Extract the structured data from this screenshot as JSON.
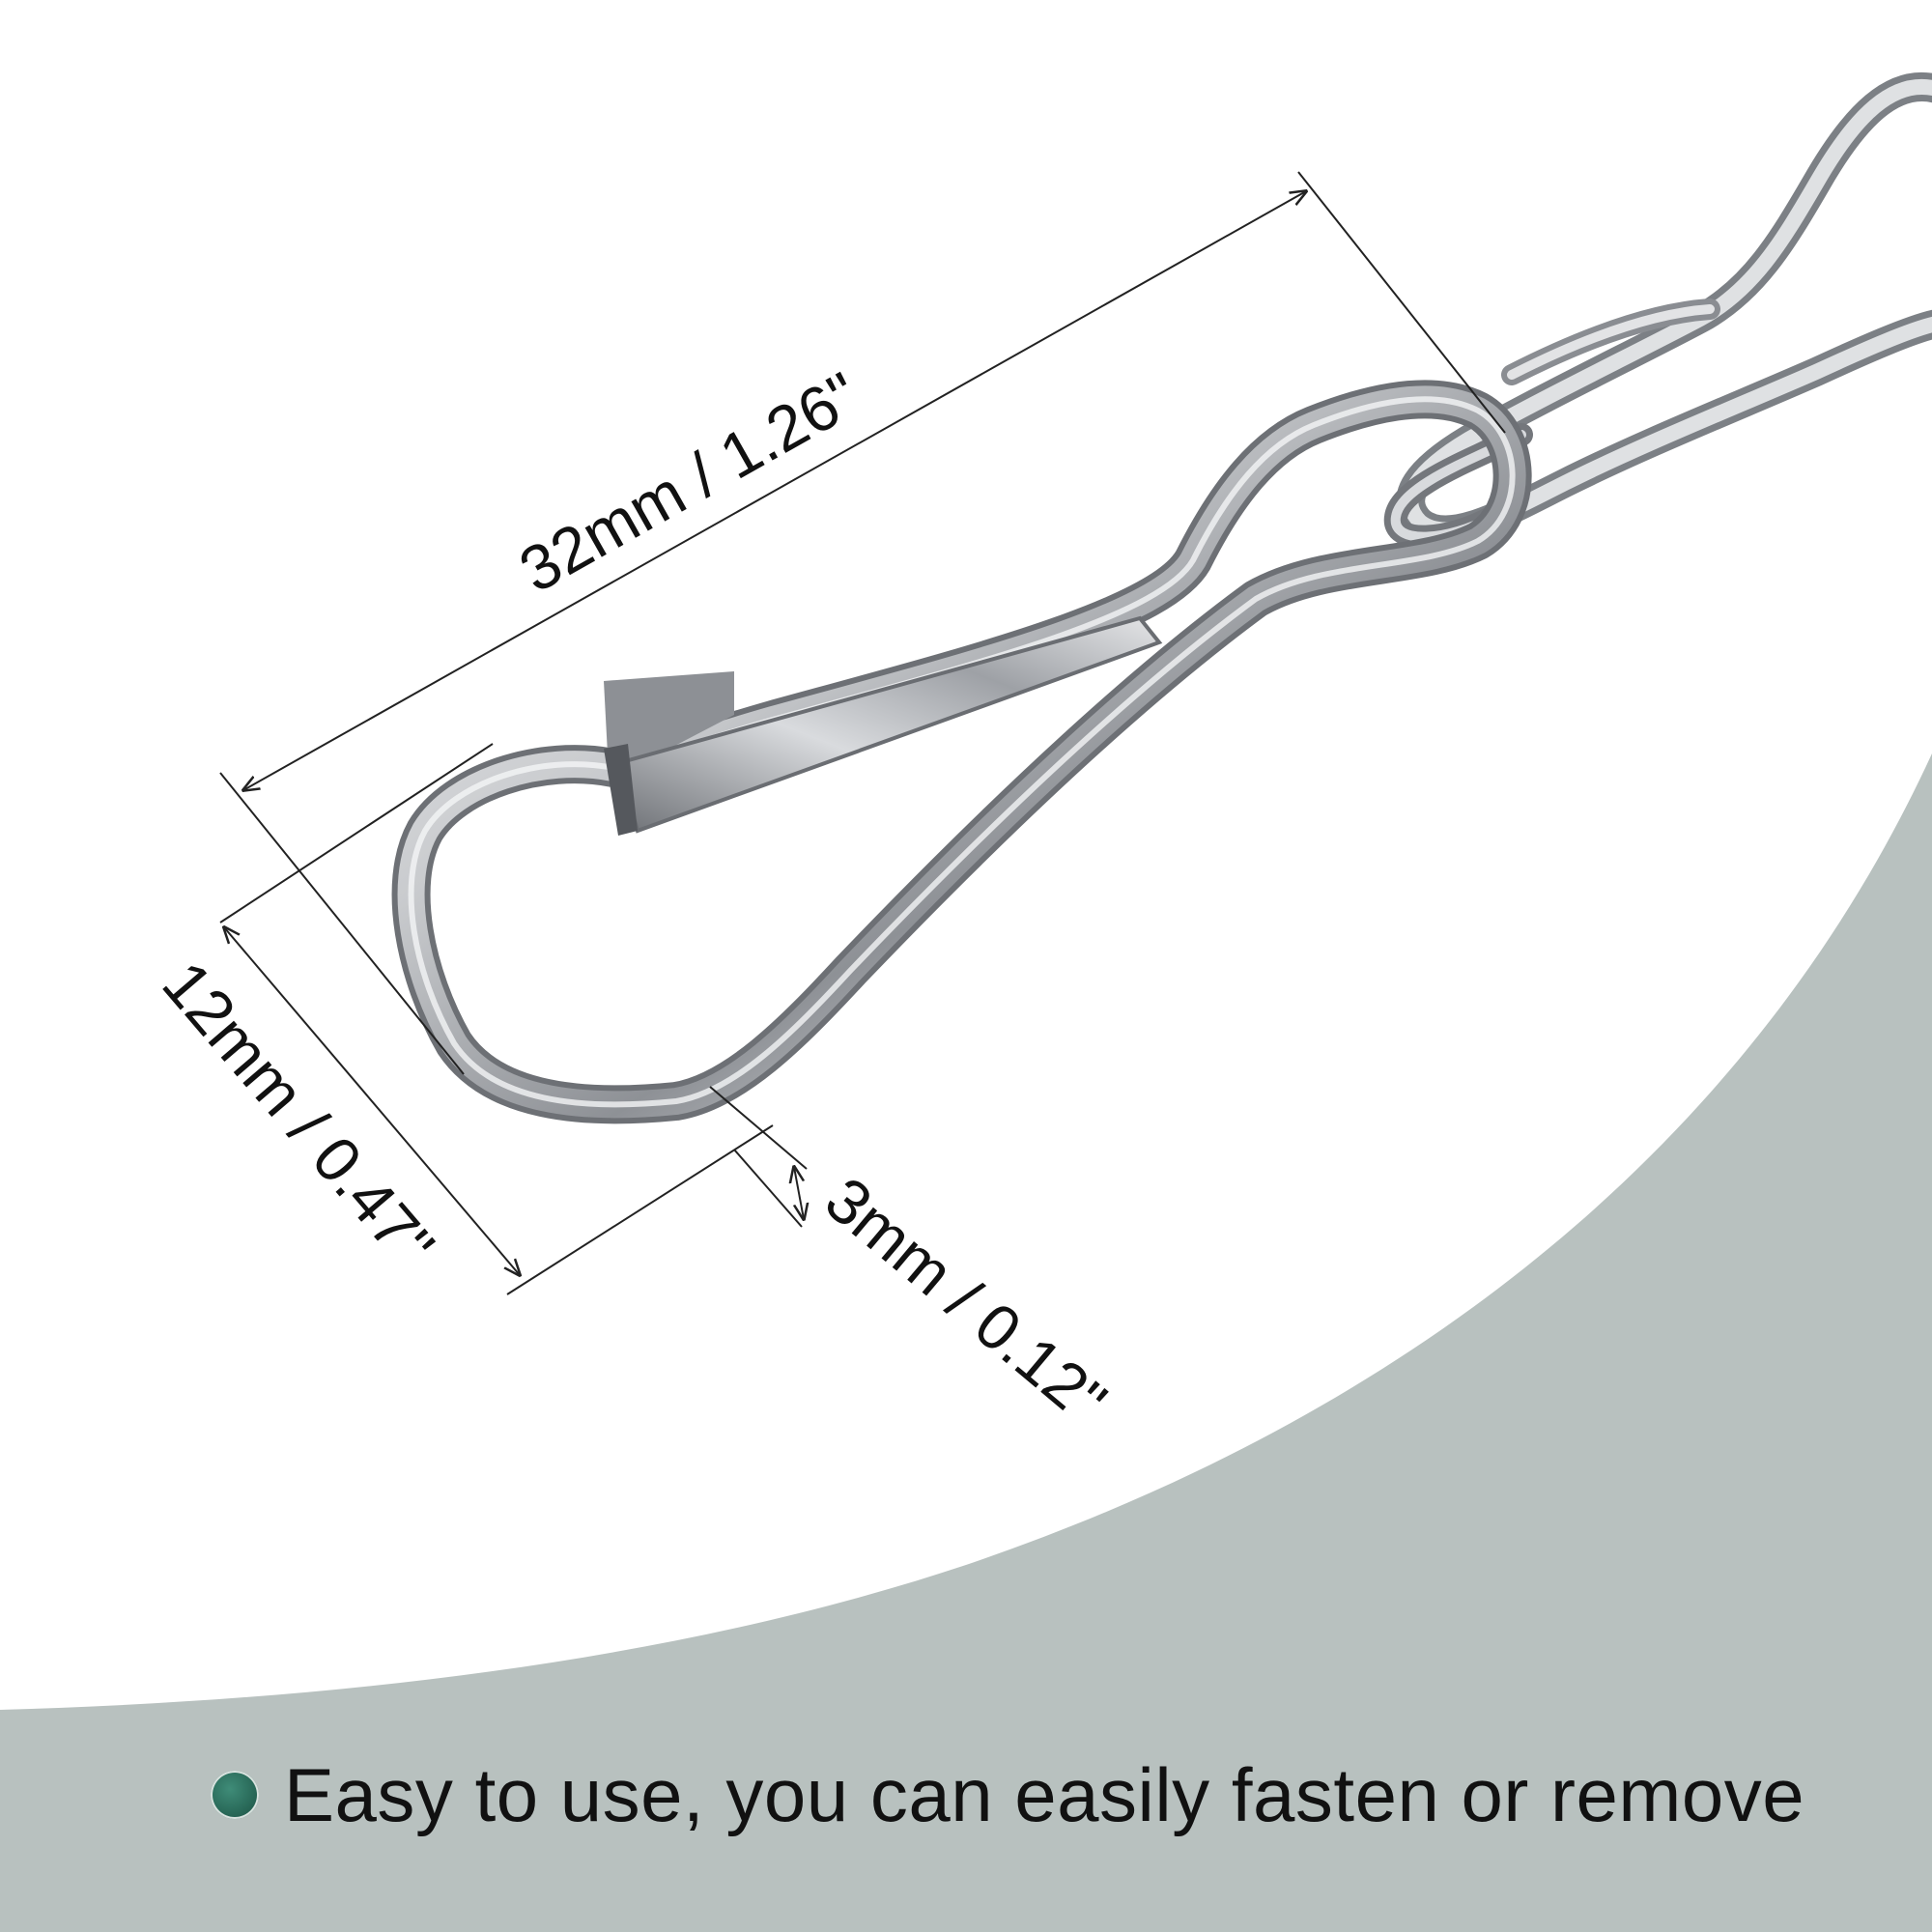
{
  "colors": {
    "background": "#ffffff",
    "curved_panel": "#b8c1bf",
    "metal_light": "#e6e7e9",
    "metal_mid": "#a9acb0",
    "metal_dark": "#6e7176",
    "dimension_line": "#222222",
    "bullet": "#2a6b5a"
  },
  "dimensions": {
    "length": "32mm / 1.26\"",
    "width": "12mm / 0.47\"",
    "thickness": "3mm / 0.12\""
  },
  "caption": {
    "bullet_icon": "circle-bullet-icon",
    "text": "Easy to use, you can easily fasten or remove"
  }
}
